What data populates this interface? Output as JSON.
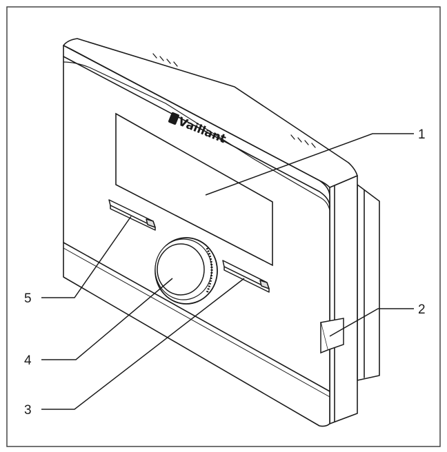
{
  "brand": {
    "logo_text": "Vaillant"
  },
  "callouts": [
    {
      "number": "1",
      "part": "display"
    },
    {
      "number": "2",
      "part": "side-tab"
    },
    {
      "number": "3",
      "part": "right-selection-button"
    },
    {
      "number": "4",
      "part": "rotary-knob"
    },
    {
      "number": "5",
      "part": "left-selection-button"
    }
  ],
  "colors": {
    "line": "#1a1a1a",
    "fill": "#ffffff",
    "frame": "#444444"
  }
}
